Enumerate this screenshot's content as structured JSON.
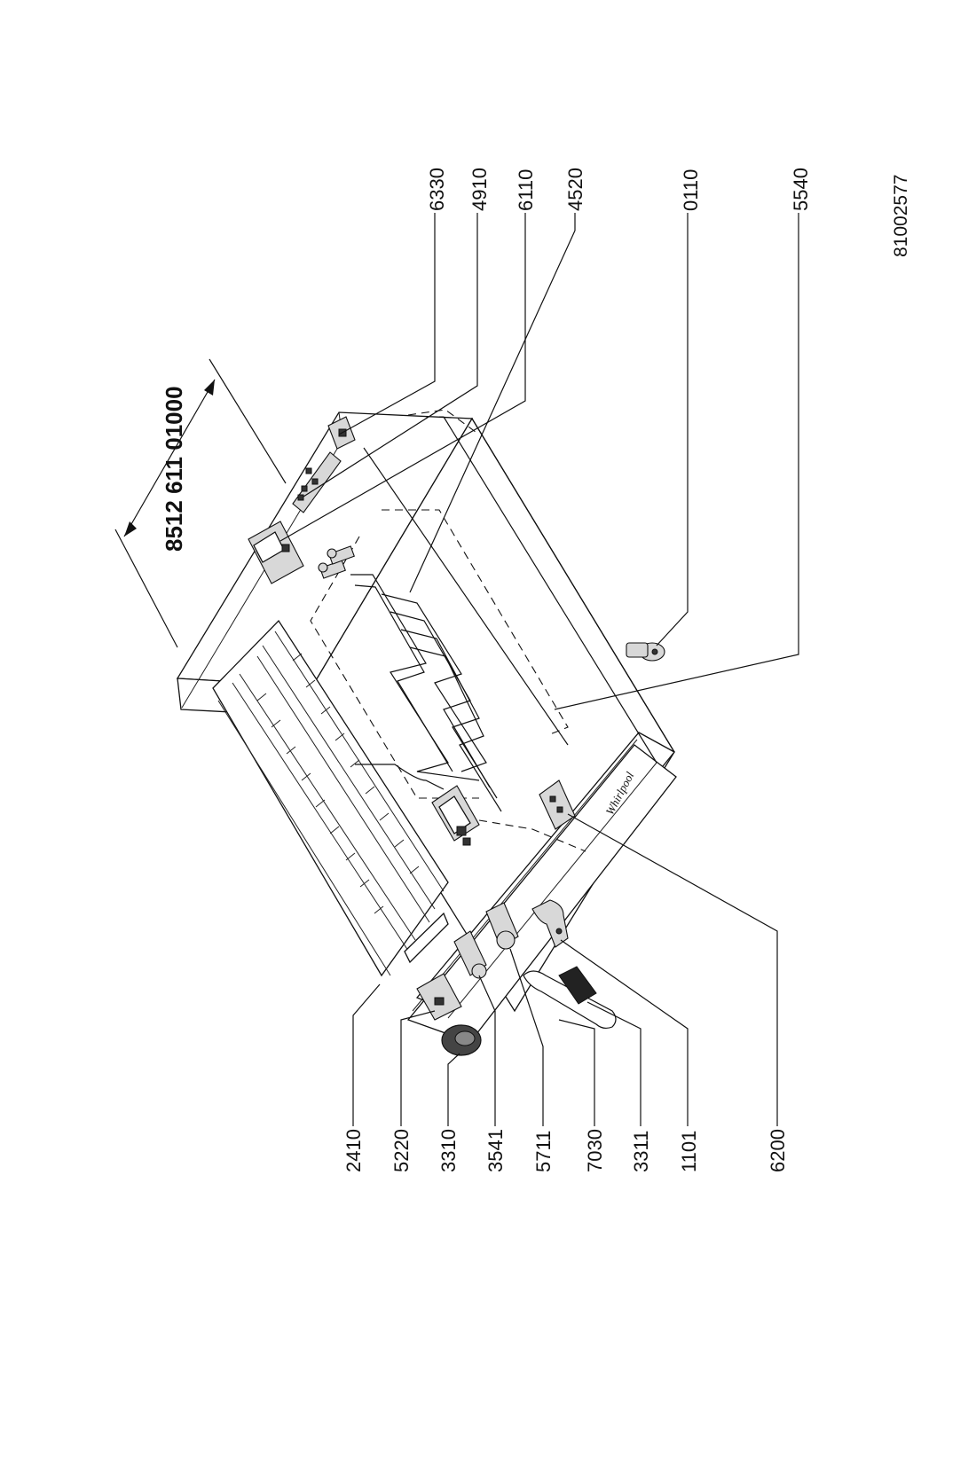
{
  "model_number": "8512 611 01000",
  "document_number": "81002577",
  "callouts_top": [
    "6330",
    "4910",
    "6110",
    "4520",
    "0110",
    "5540"
  ],
  "callouts_bottom": [
    "2410",
    "5220",
    "3310",
    "3541",
    "5711",
    "7030",
    "3311",
    "1101",
    "6200"
  ],
  "brand_mark": "Whirlpool"
}
